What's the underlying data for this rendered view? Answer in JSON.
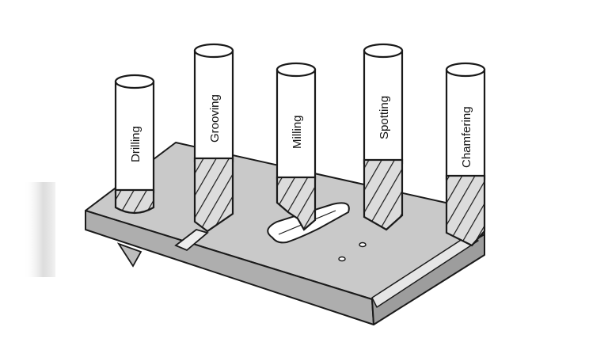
{
  "tools": [
    {
      "label": "Drilling"
    },
    {
      "label": "Grooving"
    },
    {
      "label": "Milling"
    },
    {
      "label": "Spotting"
    },
    {
      "label": "Chamfering"
    }
  ],
  "colors": {
    "plate_top": "#c9c9c9",
    "plate_front": "#aeaeae",
    "plate_side": "#9d9d9d",
    "tool_shank": "#ffffff",
    "tool_flute": "#d6d6d6",
    "outline": "#1a1a1a",
    "left_shadow": "#d9d9d9"
  }
}
